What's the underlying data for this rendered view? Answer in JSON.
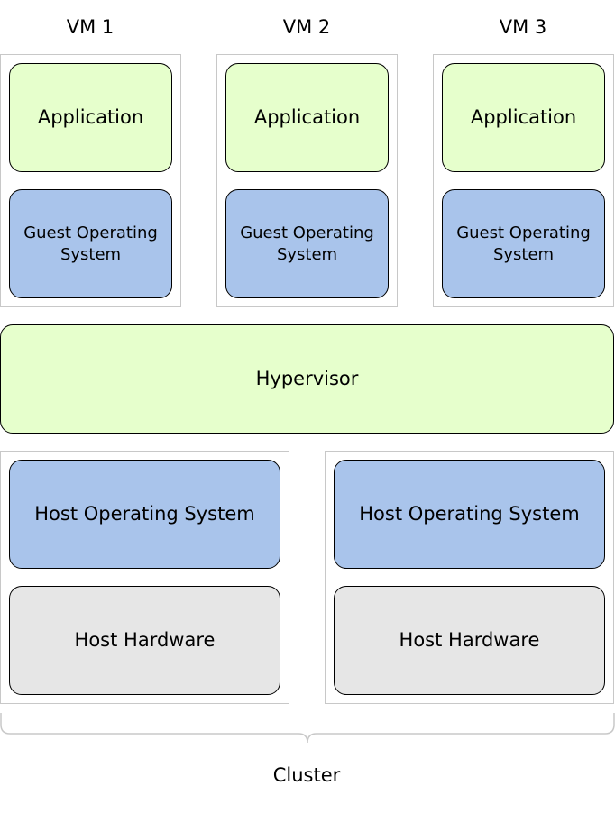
{
  "vms": [
    {
      "label": "VM 1",
      "application": "Application",
      "guest_os": "Guest Operating System"
    },
    {
      "label": "VM 2",
      "application": "Application",
      "guest_os": "Guest Operating System"
    },
    {
      "label": "VM 3",
      "application": "Application",
      "guest_os": "Guest Operating System"
    }
  ],
  "hypervisor": {
    "label": "Hypervisor"
  },
  "hosts": [
    {
      "host_os": "Host Operating System",
      "hardware": "Host Hardware"
    },
    {
      "host_os": "Host Operating System",
      "hardware": "Host Hardware"
    }
  ],
  "cluster": {
    "label": "Cluster"
  },
  "colors": {
    "application_fill": "#e6ffcc",
    "os_fill": "#a9c4eb",
    "hardware_fill": "#e6e6e6",
    "container_border": "#c8c8c8"
  }
}
